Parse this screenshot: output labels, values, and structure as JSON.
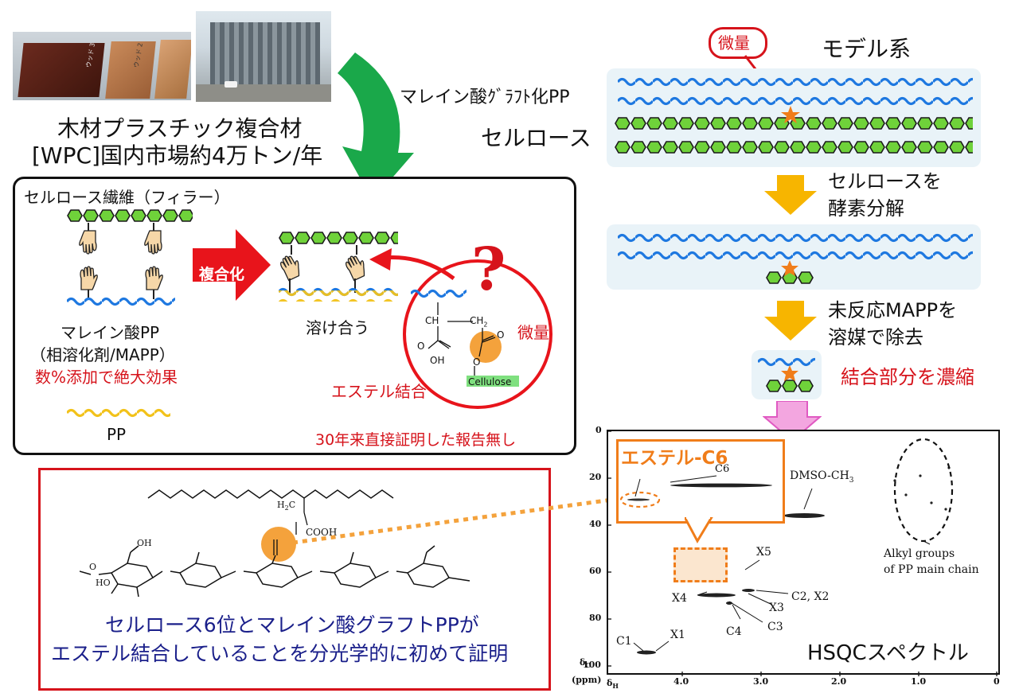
{
  "wpc": {
    "title_line1": "木材プラスチック複合材",
    "title_line2": "[WPC]国内市場約4万トン/年",
    "plank_label_1": "ウッド 3",
    "plank_label_2": "ウッド 2"
  },
  "mechanism": {
    "fiber_label": "セルロース繊維（フィラー）",
    "maleic_label": "マレイン酸PP",
    "compat_label": "（相溶化剤/MAPP）",
    "effect_label": "数%添加で絶大効果",
    "pp_label": "PP",
    "compound_label": "複合化",
    "dissolve_label": "溶け合う",
    "question_mark": "?",
    "trace_label": "微量",
    "ester_label": "エステル結合",
    "no_proof_label": "30年来直接証明した報告無し",
    "struct_ch": "CH",
    "struct_ch2": "CH",
    "struct_sub2": "2",
    "struct_oh": "OH",
    "struct_o1": "O",
    "struct_o2": "O",
    "struct_o3": "O",
    "struct_cellulose": "Cellulose"
  },
  "model": {
    "title": "モデル系",
    "trace_label": "微量",
    "mapp_label": "マレイン酸ｸﾞﾗﾌﾄ化PP",
    "cellulose_label": "セルロース",
    "step1_line1": "セルロースを",
    "step1_line2": "酵素分解",
    "step2_line1": "未反応MAPPを",
    "step2_line2": "溶媒で除去",
    "concentrate_label": "結合部分を濃縮"
  },
  "conclusion": {
    "line1": "セルロース6位とマレイン酸グラフトPPが",
    "line2": "エステル結合していることを分光学的に初めて証明",
    "h2c": "H",
    "h2c_sub": "2",
    "h2c_c": "C",
    "cooh": "COOH",
    "oh": "OH",
    "ho": "HO",
    "o": "O"
  },
  "hsqc": {
    "title": "HSQCスペクトル",
    "ester_c6_label": "エステル-C6",
    "c6": "C6",
    "dmso": "DMSO-CH",
    "dmso_sub": "3",
    "alkyl_line1": "Alkyl groups",
    "alkyl_line2": "of PP main chain",
    "x5": "X5",
    "x4": "X4",
    "c2x2": "C2, X2",
    "x3": "X3",
    "c4": "C4",
    "c3": "C3",
    "c1": "C1",
    "x1": "X1",
    "ylabel_delta": "δ",
    "ylabel_sub": "C",
    "ylabel_unit": "(ppm)",
    "xlabel_delta": "δ",
    "xlabel_sub": "H",
    "yticks": [
      "0",
      "20",
      "40",
      "60",
      "80",
      "100"
    ],
    "xticks": [
      "4.0",
      "3.0",
      "2.0",
      "1.0",
      "0"
    ]
  },
  "colors": {
    "red": "#d6131b",
    "green": "#1aa84a",
    "hex_green": "#6fd23a",
    "blue_wave": "#1e78e0",
    "yellow_wave": "#f2c21a",
    "orange": "#f07d1a",
    "navy": "#1a1f8a",
    "panel_bg": "#e9f3f8",
    "down_arrow": "#f7b500",
    "pink_arrow": "#f3a6e0"
  },
  "icons": [
    "hand-icon",
    "curved-arrow-icon",
    "down-arrow-icon",
    "right-arrow-icon",
    "star-icon"
  ]
}
